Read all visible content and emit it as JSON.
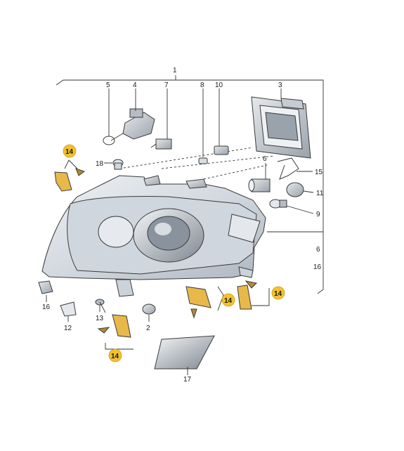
{
  "callouts": {
    "c1": "1",
    "c2": "2",
    "c3": "3",
    "c4": "4",
    "c5": "5",
    "c6a": "6",
    "c6b": "6",
    "c7": "7",
    "c8": "8",
    "c9": "9",
    "c10": "10",
    "c11": "11",
    "c12": "12",
    "c13": "13",
    "c14a": "14",
    "c14b": "14",
    "c14c": "14",
    "c14d": "14",
    "c15": "15",
    "c16a": "16",
    "c16b": "16",
    "c17": "17",
    "c18": "18"
  },
  "colors": {
    "badge": "#f2c12e",
    "bracket": "#e8b84a",
    "housing": "#dfe4ea",
    "lens": "#c9d2dc"
  }
}
